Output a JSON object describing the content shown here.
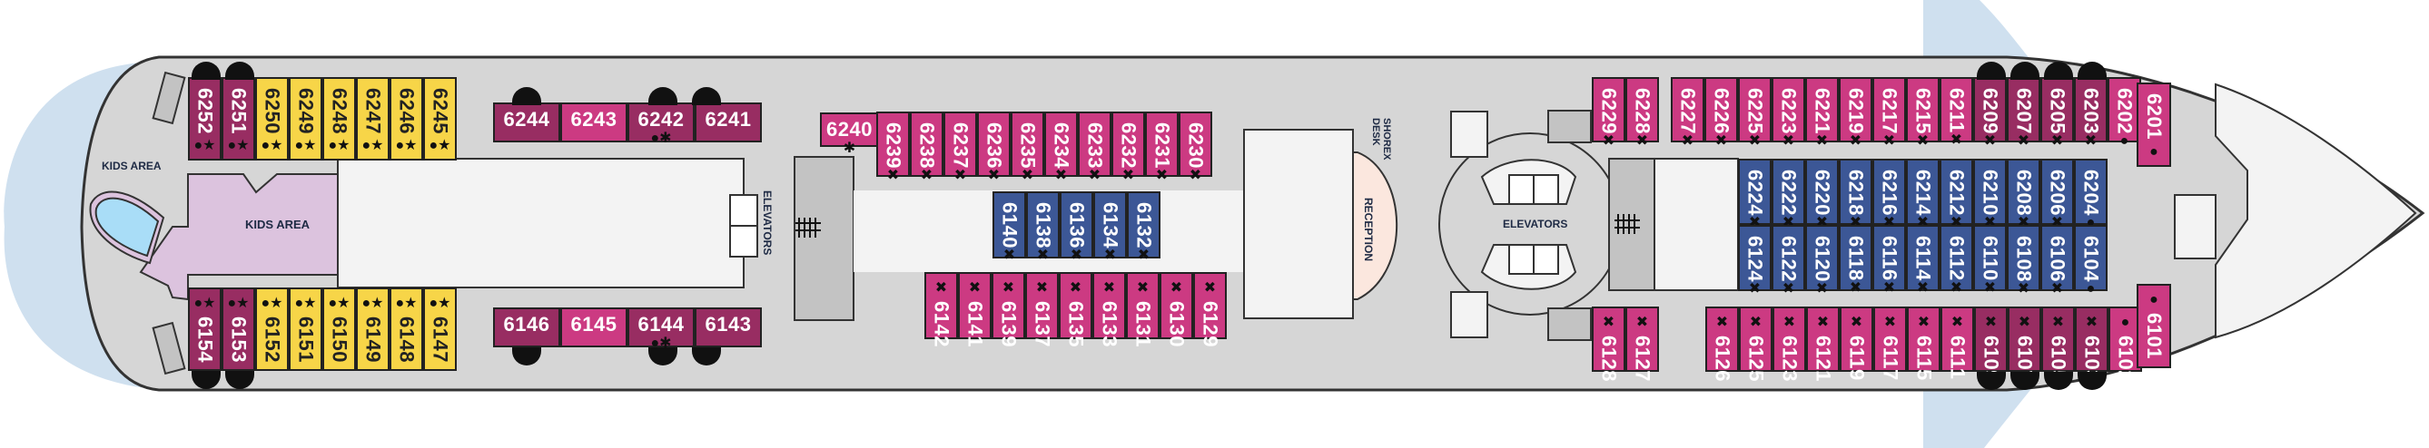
{
  "colors": {
    "sea": "#cfe0ef",
    "deck": "#d6d6d6",
    "room": "#f3f3f3",
    "stair": "#c3c3c3",
    "kids": "#dcc3de",
    "pool": "#a9ddf7",
    "reception": "#fbe7de",
    "magenta": "#cc3a82",
    "plum": "#982d62",
    "yellow": "#f7d548",
    "blue": "#3c5796"
  },
  "labels": {
    "kids_area_outer": "KIDS AREA",
    "kids_area_inner": "KIDS AREA",
    "elevators_aft": "ELEVATORS",
    "elevators_fwd": "ELEVATORS",
    "shorex_desk": "SHOREX DESK",
    "reception": "RECEPTION"
  },
  "legend_symbols": {
    "dot": "●",
    "star": "★",
    "asterisk": "✱",
    "cross": "✖",
    "connecting": "◇"
  },
  "cabins": {
    "aft_port_vertical": [
      {
        "num": "6252",
        "cat": "plum",
        "sym": "●★"
      },
      {
        "num": "6251",
        "cat": "plum",
        "sym": "●★"
      },
      {
        "num": "6250",
        "cat": "yellow",
        "sym": "●★"
      },
      {
        "num": "6249",
        "cat": "yellow",
        "sym": "●★"
      },
      {
        "num": "6248",
        "cat": "yellow",
        "sym": "●★"
      },
      {
        "num": "6247",
        "cat": "yellow",
        "sym": "●★"
      },
      {
        "num": "6246",
        "cat": "yellow",
        "sym": "●★"
      },
      {
        "num": "6245",
        "cat": "yellow",
        "sym": "●★"
      }
    ],
    "aft_port_horizontal": [
      {
        "num": "6244",
        "cat": "plum",
        "sym": ""
      },
      {
        "num": "6243",
        "cat": "magenta",
        "sym": ""
      },
      {
        "num": "6242",
        "cat": "plum",
        "sym": "●✱"
      },
      {
        "num": "6241",
        "cat": "plum",
        "sym": ""
      }
    ],
    "aft_stbd_vertical": [
      {
        "num": "6154",
        "cat": "plum",
        "sym": "●★"
      },
      {
        "num": "6153",
        "cat": "plum",
        "sym": "●★"
      },
      {
        "num": "6152",
        "cat": "yellow",
        "sym": "●★"
      },
      {
        "num": "6151",
        "cat": "yellow",
        "sym": "●★"
      },
      {
        "num": "6150",
        "cat": "yellow",
        "sym": "●★"
      },
      {
        "num": "6149",
        "cat": "yellow",
        "sym": "●★"
      },
      {
        "num": "6148",
        "cat": "yellow",
        "sym": "●★"
      },
      {
        "num": "6147",
        "cat": "yellow",
        "sym": "●★"
      }
    ],
    "aft_stbd_horizontal": [
      {
        "num": "6146",
        "cat": "plum",
        "sym": ""
      },
      {
        "num": "6145",
        "cat": "magenta",
        "sym": ""
      },
      {
        "num": "6144",
        "cat": "plum",
        "sym": "●✱"
      },
      {
        "num": "6143",
        "cat": "plum",
        "sym": ""
      }
    ],
    "mid_port_corner": {
      "num": "6240",
      "cat": "magenta",
      "sym": "✱"
    },
    "mid_port": [
      {
        "num": "6239",
        "cat": "magenta",
        "sym": "✖"
      },
      {
        "num": "6238",
        "cat": "magenta",
        "sym": "✖"
      },
      {
        "num": "6237",
        "cat": "magenta",
        "sym": "✖"
      },
      {
        "num": "6236",
        "cat": "magenta",
        "sym": "✖"
      },
      {
        "num": "6235",
        "cat": "magenta",
        "sym": "✖"
      },
      {
        "num": "6234",
        "cat": "magenta",
        "sym": "✖"
      },
      {
        "num": "6233",
        "cat": "magenta",
        "sym": "✖"
      },
      {
        "num": "6232",
        "cat": "magenta",
        "sym": "✖"
      },
      {
        "num": "6231",
        "cat": "magenta",
        "sym": "✖"
      },
      {
        "num": "6230",
        "cat": "magenta",
        "sym": "✖"
      }
    ],
    "mid_inner": [
      {
        "num": "6140",
        "cat": "blue",
        "sym": "✖"
      },
      {
        "num": "6138",
        "cat": "blue",
        "sym": "✖"
      },
      {
        "num": "6136",
        "cat": "blue",
        "sym": "✖"
      },
      {
        "num": "6134",
        "cat": "blue",
        "sym": "✖"
      },
      {
        "num": "6132",
        "cat": "blue",
        "sym": "✖"
      }
    ],
    "mid_stbd": [
      {
        "num": "6142",
        "cat": "magenta",
        "sym": "✖"
      },
      {
        "num": "6141",
        "cat": "magenta",
        "sym": "✖"
      },
      {
        "num": "6139",
        "cat": "magenta",
        "sym": "✖"
      },
      {
        "num": "6137",
        "cat": "magenta",
        "sym": "✖"
      },
      {
        "num": "6135",
        "cat": "magenta",
        "sym": "✖"
      },
      {
        "num": "6133",
        "cat": "magenta",
        "sym": "✖"
      },
      {
        "num": "6131",
        "cat": "magenta",
        "sym": "✖"
      },
      {
        "num": "6130",
        "cat": "magenta",
        "sym": "✖"
      },
      {
        "num": "6129",
        "cat": "magenta",
        "sym": "✖"
      }
    ],
    "fwd_port_a": [
      {
        "num": "6229",
        "cat": "magenta",
        "sym": "✖"
      },
      {
        "num": "6228",
        "cat": "magenta",
        "sym": "✖"
      }
    ],
    "fwd_port_b": [
      {
        "num": "6227",
        "cat": "magenta",
        "sym": "✖"
      },
      {
        "num": "6226",
        "cat": "magenta",
        "sym": "✖"
      },
      {
        "num": "6225",
        "cat": "magenta",
        "sym": "✖"
      },
      {
        "num": "6223",
        "cat": "magenta",
        "sym": "✖"
      },
      {
        "num": "6221",
        "cat": "magenta",
        "sym": "✖"
      },
      {
        "num": "6219",
        "cat": "magenta",
        "sym": "✖"
      },
      {
        "num": "6217",
        "cat": "magenta",
        "sym": "✖"
      },
      {
        "num": "6215",
        "cat": "magenta",
        "sym": "✖"
      },
      {
        "num": "6211",
        "cat": "magenta",
        "sym": "✖"
      },
      {
        "num": "6209",
        "cat": "plum",
        "sym": "✖"
      },
      {
        "num": "6207",
        "cat": "plum",
        "sym": "✖"
      },
      {
        "num": "6205",
        "cat": "plum",
        "sym": "✖"
      },
      {
        "num": "6203",
        "cat": "plum",
        "sym": "✖"
      },
      {
        "num": "6202",
        "cat": "magenta",
        "sym": "●"
      }
    ],
    "fwd_port_bow": {
      "num": "6201",
      "cat": "magenta",
      "sym": "●"
    },
    "fwd_inner_port": [
      {
        "num": "6224",
        "cat": "blue",
        "sym": "✖"
      },
      {
        "num": "6222",
        "cat": "blue",
        "sym": "✖"
      },
      {
        "num": "6220",
        "cat": "blue",
        "sym": "✖"
      },
      {
        "num": "6218",
        "cat": "blue",
        "sym": "✖"
      },
      {
        "num": "6216",
        "cat": "blue",
        "sym": "✖"
      },
      {
        "num": "6214",
        "cat": "blue",
        "sym": "✖"
      },
      {
        "num": "6212",
        "cat": "blue",
        "sym": "✖"
      },
      {
        "num": "6210",
        "cat": "blue",
        "sym": "✖"
      },
      {
        "num": "6208",
        "cat": "blue",
        "sym": "✖"
      },
      {
        "num": "6206",
        "cat": "blue",
        "sym": "✖"
      },
      {
        "num": "6204",
        "cat": "blue",
        "sym": "●"
      }
    ],
    "fwd_inner_stbd": [
      {
        "num": "6124",
        "cat": "blue",
        "sym": "✖"
      },
      {
        "num": "6122",
        "cat": "blue",
        "sym": "✖"
      },
      {
        "num": "6120",
        "cat": "blue",
        "sym": "✖"
      },
      {
        "num": "6118",
        "cat": "blue",
        "sym": "✖"
      },
      {
        "num": "6116",
        "cat": "blue",
        "sym": "✖"
      },
      {
        "num": "6114",
        "cat": "blue",
        "sym": "✖"
      },
      {
        "num": "6112",
        "cat": "blue",
        "sym": "✖"
      },
      {
        "num": "6110",
        "cat": "blue",
        "sym": "✖"
      },
      {
        "num": "6108",
        "cat": "blue",
        "sym": "✖"
      },
      {
        "num": "6106",
        "cat": "blue",
        "sym": "✖"
      },
      {
        "num": "6104",
        "cat": "blue",
        "sym": "●"
      }
    ],
    "fwd_stbd_a": [
      {
        "num": "6128",
        "cat": "magenta",
        "sym": "✖"
      },
      {
        "num": "6127",
        "cat": "magenta",
        "sym": "✖"
      }
    ],
    "fwd_stbd_b": [
      {
        "num": "6126",
        "cat": "magenta",
        "sym": "✖"
      },
      {
        "num": "6125",
        "cat": "magenta",
        "sym": "✖"
      },
      {
        "num": "6123",
        "cat": "magenta",
        "sym": "✖"
      },
      {
        "num": "6121",
        "cat": "magenta",
        "sym": "✖"
      },
      {
        "num": "6119",
        "cat": "magenta",
        "sym": "✖"
      },
      {
        "num": "6117",
        "cat": "magenta",
        "sym": "✖"
      },
      {
        "num": "6115",
        "cat": "magenta",
        "sym": "✖"
      },
      {
        "num": "6111",
        "cat": "magenta",
        "sym": "✖"
      },
      {
        "num": "6109",
        "cat": "plum",
        "sym": "✖"
      },
      {
        "num": "6107",
        "cat": "plum",
        "sym": "✖"
      },
      {
        "num": "6105",
        "cat": "plum",
        "sym": "✖"
      },
      {
        "num": "6103",
        "cat": "plum",
        "sym": "✖"
      },
      {
        "num": "6102",
        "cat": "magenta",
        "sym": "●"
      }
    ],
    "fwd_stbd_bow": {
      "num": "6101",
      "cat": "magenta",
      "sym": "●"
    }
  }
}
